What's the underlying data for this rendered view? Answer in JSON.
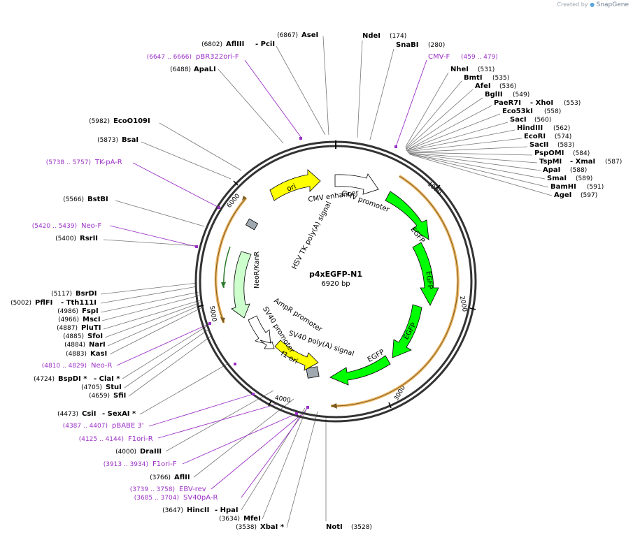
{
  "credit": {
    "prefix": "Created by",
    "brand": "SnapGene"
  },
  "plasmid": {
    "name": "p4xEGFP-N1",
    "length": "6920 bp",
    "total_bp": 6920
  },
  "ticks": [
    "1000",
    "2000",
    "3000",
    "4000",
    "5000",
    "6000"
  ],
  "colors": {
    "ori": "#ffff00",
    "egfp": "#00ff00",
    "neo": "#ccffcc",
    "primer": "#9b30c6",
    "outline": "#000000",
    "cds_arc": "#f0a030",
    "grey": "#a0a8b0"
  },
  "enzymes_left": [
    {
      "pos": "(6802)",
      "name": "AflIII",
      "extra": "- PciI"
    },
    {
      "pos": "(6867)",
      "name": "AseI",
      "extra": ""
    },
    {
      "pos": "(6488)",
      "name": "ApaLI",
      "extra": ""
    },
    {
      "pos": "(5982)",
      "name": "EcoO109I",
      "extra": ""
    },
    {
      "pos": "(5873)",
      "name": "BsaI",
      "extra": ""
    },
    {
      "pos": "(5566)",
      "name": "BstBI",
      "extra": ""
    },
    {
      "pos": "(5400)",
      "name": "RsrII",
      "extra": ""
    },
    {
      "pos": "(5117)",
      "name": "BsrDI",
      "extra": ""
    },
    {
      "pos": "(5002)",
      "name": "PflFI",
      "extra": "- Tth111I"
    },
    {
      "pos": "(4986)",
      "name": "FspI",
      "extra": ""
    },
    {
      "pos": "(4966)",
      "name": "MscI",
      "extra": ""
    },
    {
      "pos": "(4887)",
      "name": "PluTI",
      "extra": ""
    },
    {
      "pos": "(4885)",
      "name": "SfoI",
      "extra": ""
    },
    {
      "pos": "(4884)",
      "name": "NarI",
      "extra": ""
    },
    {
      "pos": "(4883)",
      "name": "KasI",
      "extra": ""
    },
    {
      "pos": "(4724)",
      "name": "BspDI *",
      "extra": "- ClaI *"
    },
    {
      "pos": "(4705)",
      "name": "StuI",
      "extra": ""
    },
    {
      "pos": "(4659)",
      "name": "SfiI",
      "extra": ""
    },
    {
      "pos": "(4473)",
      "name": "CsiI",
      "extra": "- SexAI *"
    },
    {
      "pos": "(4000)",
      "name": "DraIII",
      "extra": ""
    },
    {
      "pos": "(3766)",
      "name": "AflII",
      "extra": ""
    },
    {
      "pos": "(3647)",
      "name": "HincII",
      "extra": "- HpaI"
    },
    {
      "pos": "(3634)",
      "name": "MfeI",
      "extra": ""
    },
    {
      "pos": "(3538)",
      "name": "XbaI *",
      "extra": ""
    }
  ],
  "enzymes_right": [
    {
      "name": "NdeI",
      "pos": "(174)",
      "extra": ""
    },
    {
      "name": "SnaBI",
      "pos": "(280)",
      "extra": ""
    },
    {
      "name": "NheI",
      "pos": "(531)",
      "extra": ""
    },
    {
      "name": "BmtI",
      "pos": "(535)",
      "extra": ""
    },
    {
      "name": "AfeI",
      "pos": "(536)",
      "extra": ""
    },
    {
      "name": "BglII",
      "pos": "(549)",
      "extra": ""
    },
    {
      "name": "PaeR7I",
      "pos": "(553)",
      "extra": "- XhoI"
    },
    {
      "name": "Eco53kI",
      "pos": "(558)",
      "extra": ""
    },
    {
      "name": "SacI",
      "pos": "(560)",
      "extra": ""
    },
    {
      "name": "HindIII",
      "pos": "(562)",
      "extra": ""
    },
    {
      "name": "EcoRI",
      "pos": "(574)",
      "extra": ""
    },
    {
      "name": "SacII",
      "pos": "(583)",
      "extra": ""
    },
    {
      "name": "PspOMI",
      "pos": "(584)",
      "extra": ""
    },
    {
      "name": "TspMI",
      "pos": "(587)",
      "extra": "- XmaI"
    },
    {
      "name": "ApaI",
      "pos": "(588)",
      "extra": ""
    },
    {
      "name": "SmaI",
      "pos": "(589)",
      "extra": ""
    },
    {
      "name": "BamHI",
      "pos": "(591)",
      "extra": ""
    },
    {
      "name": "AgeI",
      "pos": "(597)",
      "extra": ""
    },
    {
      "name": "NotI",
      "pos": "(3528)",
      "extra": ""
    }
  ],
  "primers": [
    {
      "range": "(6647 .. 6666)",
      "name": "pBR322ori-F"
    },
    {
      "range": "(459 .. 479)",
      "name": "CMV-F"
    },
    {
      "range": "(5738 .. 5757)",
      "name": "TK-pA-R"
    },
    {
      "range": "(5420 .. 5439)",
      "name": "Neo-F"
    },
    {
      "range": "(4810 .. 4829)",
      "name": "Neo-R"
    },
    {
      "range": "(4387 .. 4407)",
      "name": "pBABE 3'"
    },
    {
      "range": "(4125 .. 4144)",
      "name": "F1ori-R"
    },
    {
      "range": "(3913 .. 3934)",
      "name": "F1ori-F"
    },
    {
      "range": "(3739 .. 3758)",
      "name": "EBV-rev"
    },
    {
      "range": "(3685 .. 3704)",
      "name": "SV40pA-R"
    }
  ],
  "features": [
    "ori",
    "CMV enhancer",
    "CMV promoter",
    "EGFP",
    "EGFP",
    "EGFP",
    "EGFP",
    "SV40 poly(A) signal",
    "f1 ori",
    "AmpR promoter",
    "SV40 promoter",
    "NeoR/KanR",
    "HSV TK poly(A) signal"
  ]
}
